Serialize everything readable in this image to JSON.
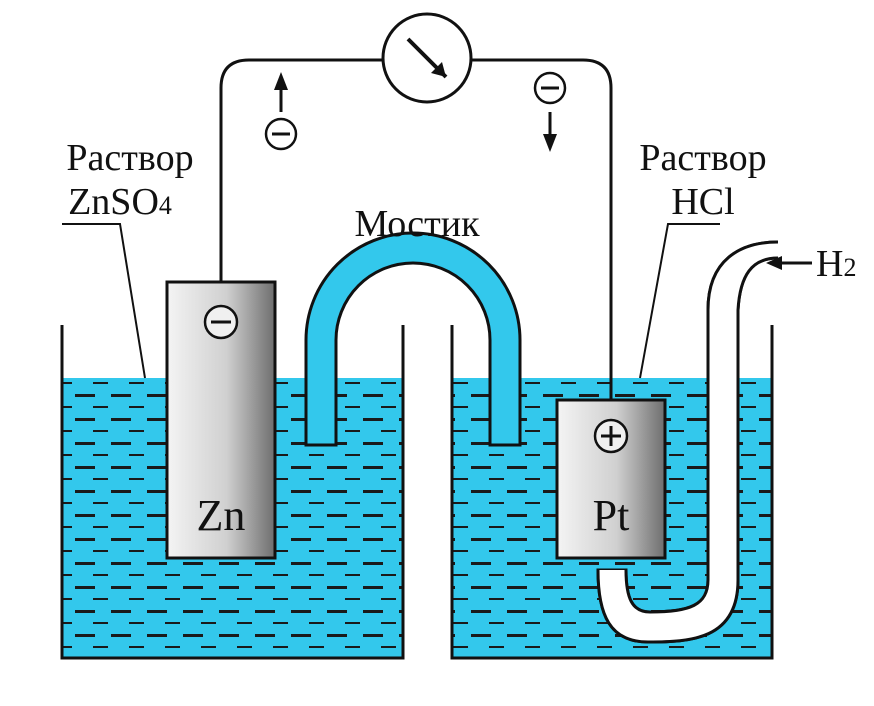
{
  "labels": {
    "left_solution_line1": "Раствор",
    "left_solution_line2": "ZnSO",
    "left_solution_sub": "4",
    "right_solution_line1": "Раствор",
    "right_solution_line2": "HCl",
    "bridge": "Мостик",
    "gas": "H",
    "gas_sub": "2",
    "anode": "Zn",
    "cathode": "Pt"
  },
  "signs": {
    "anode_sign": "⊖",
    "cathode_sign": "⊕"
  },
  "colors": {
    "solution": "#33c8ec",
    "dash": "#1a1a1a",
    "outline": "#111111",
    "electrode_light": "#f2f2f2",
    "electrode_dark": "#7a7a7a"
  },
  "icons": [
    "galvanometer-icon",
    "electron-minus-icon",
    "arrow-up-icon",
    "arrow-down-icon",
    "arrow-left-icon"
  ]
}
